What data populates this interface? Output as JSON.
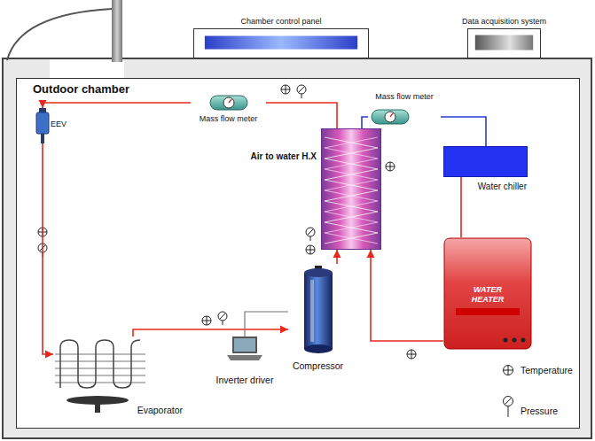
{
  "diagram": {
    "nodes": [
      {
        "text": [
          "Chamber control panel"
        ]
      },
      {
        "text": [
          "Data acquisition system"
        ]
      },
      {
        "text": [
          "Outdoor chamber"
        ]
      },
      {
        "text": [
          "EEV"
        ],
        "in": 2
      },
      {
        "text": [
          "Mass flow meter"
        ],
        "in": 2
      },
      {
        "text": [
          "Mass flow meter"
        ],
        "in": 2
      },
      {
        "text": [
          "Air to water H.X"
        ],
        "in": 2
      },
      {
        "text": [
          "Water chiller"
        ],
        "in": 2
      },
      {
        "text": [
          "WATER HEATER"
        ],
        "in": 2
      },
      {
        "text": [
          "Compressor"
        ],
        "in": 2
      },
      {
        "text": [
          "Inverter driver"
        ],
        "in": 2
      },
      {
        "text": [
          "Evaporator"
        ],
        "in": 2
      }
    ],
    "edges": [
      {
        "from": 9,
        "to": 6,
        "arrow": "to"
      },
      {
        "from": 6,
        "to": 4,
        "arrow": "none"
      },
      {
        "from": 4,
        "to": 3,
        "arrow": "to"
      },
      {
        "from": 3,
        "to": 11,
        "arrow": "to"
      },
      {
        "from": 11,
        "to": 9,
        "arrow": "to"
      },
      {
        "from": 6,
        "to": 5,
        "arrow": "none"
      },
      {
        "from": 5,
        "to": 7,
        "arrow": "none"
      },
      {
        "from": 7,
        "to": 8,
        "arrow": "none"
      },
      {
        "from": 8,
        "to": 6,
        "arrow": "to"
      },
      {
        "from": 10,
        "to": 9,
        "arrow": "none"
      }
    ],
    "legend": [
      {
        "text": "Temperature"
      },
      {
        "text": "Pressure"
      }
    ]
  }
}
